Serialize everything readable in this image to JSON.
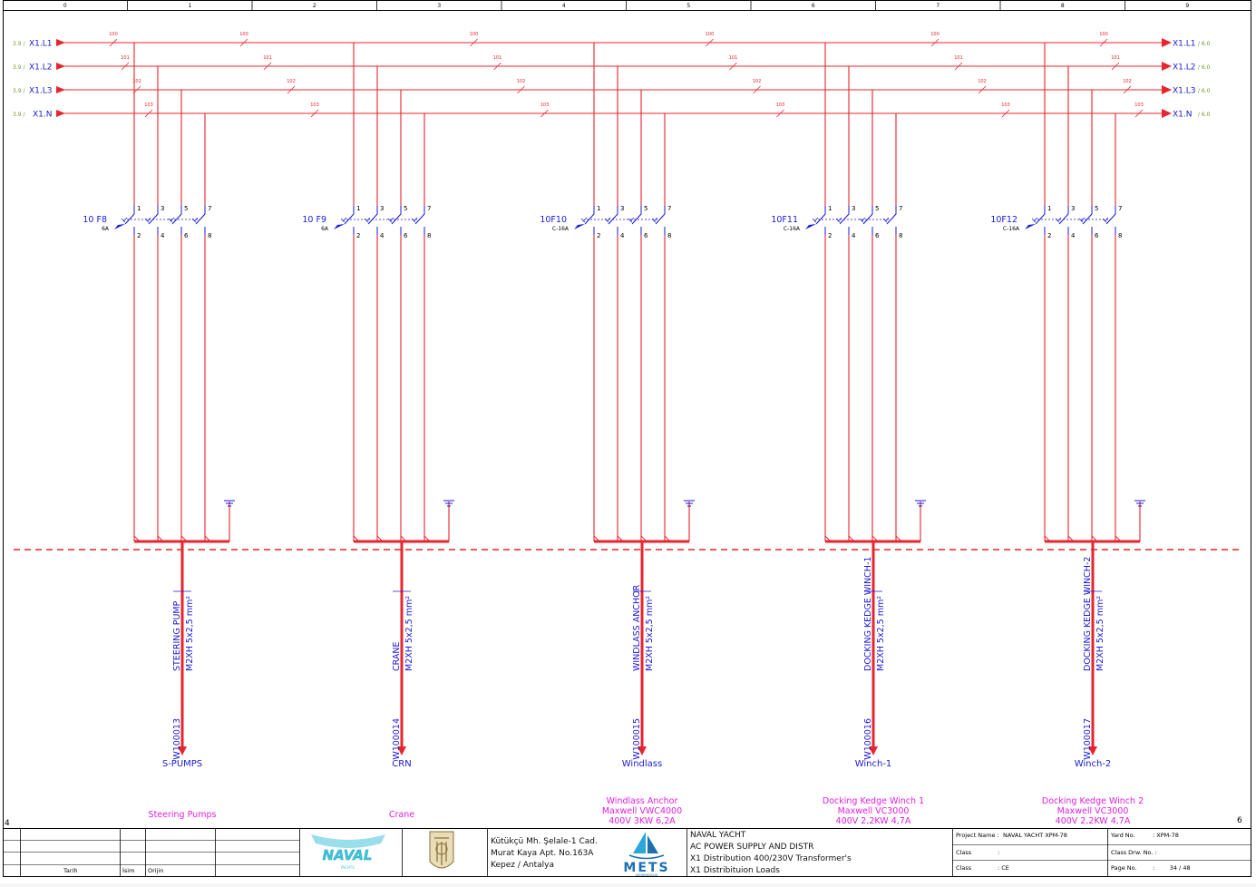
{
  "colors": {
    "wire": "#e8242c",
    "label": "#1a1ad4",
    "ref": "#6f9a2a",
    "desc": "#e020e0",
    "frame": "#000000"
  },
  "columns": [
    "0",
    "1",
    "2",
    "3",
    "4",
    "5",
    "6",
    "7",
    "8",
    "9"
  ],
  "row_mark_left": "4",
  "row_mark_right": "6",
  "buses": [
    {
      "name": "X1.L1",
      "ref_in": "3.9 /",
      "ref_out": "/ 6.0",
      "wire": "100"
    },
    {
      "name": "X1.L2",
      "ref_in": "3.9 /",
      "ref_out": "/ 6.0",
      "wire": "101"
    },
    {
      "name": "X1.L3",
      "ref_in": "3.9 /",
      "ref_out": "/ 6.0",
      "wire": "102"
    },
    {
      "name": "X1.N",
      "ref_in": "3.9 /",
      "ref_out": "/ 6.0",
      "wire": "103"
    }
  ],
  "pins_top": [
    "1",
    "3",
    "5",
    "7"
  ],
  "pins_bottom": [
    "2",
    "4",
    "6",
    "8"
  ],
  "feeders": [
    {
      "breaker": "10 F8",
      "rating": "6A",
      "cable_id": "W100013",
      "cable_spec": "M2XH 5x2,5 mm²",
      "consumer": "STEERING PUMP",
      "terminal": "S-PUMPS",
      "description": [
        "Steering Pumps"
      ]
    },
    {
      "breaker": "10 F9",
      "rating": "6A",
      "cable_id": "W100014",
      "cable_spec": "M2XH 5x2,5 mm²",
      "consumer": "CRANE",
      "terminal": "CRN",
      "description": [
        "Crane"
      ]
    },
    {
      "breaker": "10F10",
      "rating": "C-16A",
      "cable_id": "W100015",
      "cable_spec": "M2XH 5x2,5 mm²",
      "consumer": "WINDLASS ANCHOR",
      "terminal": "Windlass",
      "description": [
        "Windlass Anchor",
        "Maxwell VWC4000",
        "400V 3KW 6,2A"
      ]
    },
    {
      "breaker": "10F11",
      "rating": "C-16A",
      "cable_id": "W100016",
      "cable_spec": "M2XH 5x2,5 mm²",
      "consumer": "DOCKING KEDGE WINCH-1",
      "terminal": "Winch-1",
      "description": [
        "Docking Kedge Winch 1",
        "Maxwell VC3000",
        "400V 2,2KW 4,7A"
      ]
    },
    {
      "breaker": "10F12",
      "rating": "C-16A",
      "cable_id": "W100017",
      "cable_spec": "M2XH 5x2,5 mm²",
      "consumer": "DOCKING KEDGE WINCH-2",
      "terminal": "Winch-2",
      "description": [
        "Docking Kedge Winch 2",
        "Maxwell VC3000",
        "400V 2,2KW 4,7A"
      ]
    }
  ],
  "title_block": {
    "rev_headers": {
      "date": "Tarih",
      "name": "İsim",
      "origin": "Orijin"
    },
    "naval_logo_text": "NAVAL",
    "naval_logo_sub": "YACHTS",
    "mets_logo_text": "METS",
    "mets_logo_sub": "MÜHENDİSLİK",
    "address": [
      "Kütükçü Mh. Şelale-1 Cad.",
      "Murat Kaya Apt. No.163A",
      "Kepez  / Antalya"
    ],
    "title_lines": [
      "NAVAL YACHT",
      "AC POWER SUPPLY AND DISTR",
      "X1 Distribution 400/230V Transformer's",
      "X1 Distribituion Loads"
    ],
    "project_name_label": "Project Name :",
    "project_name_value": "NAVAL YACHT  XPM-78",
    "class_label_1": "Class",
    "class_value_1": ":",
    "class_label_2": "Class",
    "class_value_2": ": CE",
    "yard_label": "Yard No.",
    "yard_value": ": XPM-78",
    "class_drw_label": "Class Drw. No. :",
    "page_label": "Page No.",
    "page_value": ":        34 / 48"
  }
}
